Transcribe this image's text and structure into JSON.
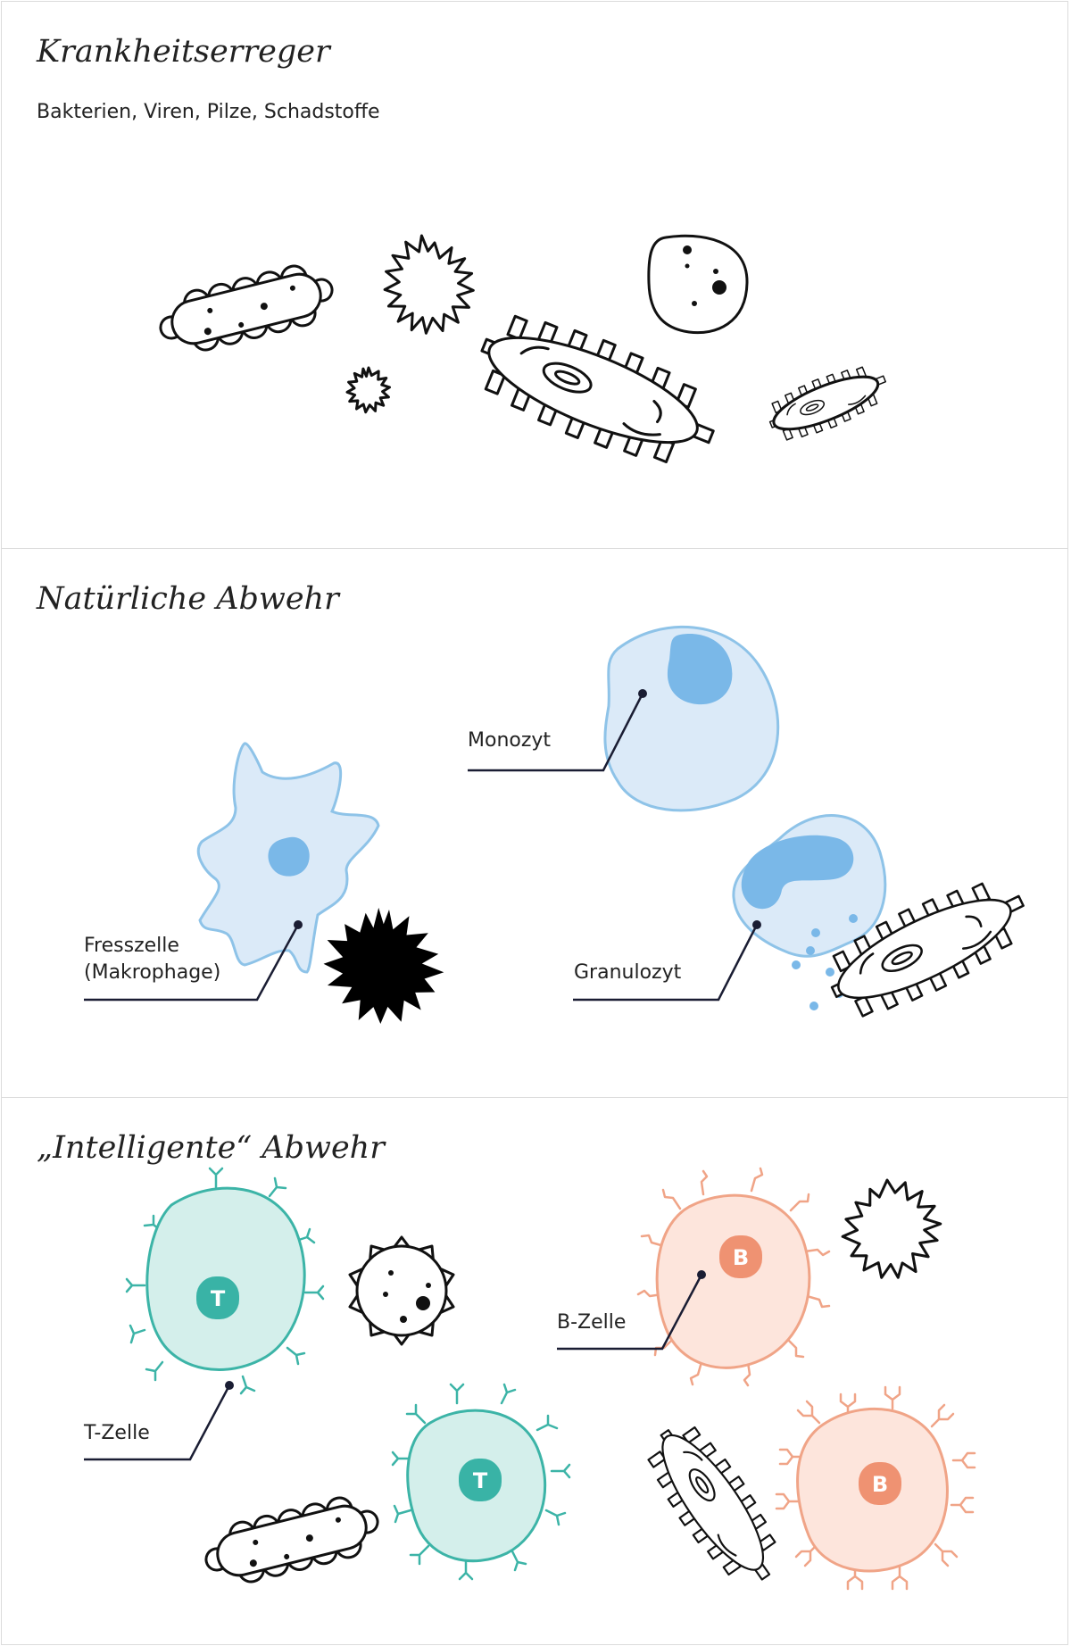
{
  "sections": {
    "pathogens": {
      "title": "Krankheitserreger",
      "subtitle": "Bakterien, Viren, Pilze, Schadstoffe"
    },
    "innate": {
      "title": "Natürliche Abwehr",
      "labels": {
        "monocyte": "Monozyt",
        "macrophage_line1": "Fresszelle",
        "macrophage_line2": "(Makrophage)",
        "granulocyte": "Granulozyt"
      }
    },
    "adaptive": {
      "title": "„Intelligente“ Abwehr",
      "labels": {
        "t_cell": "T-Zelle",
        "b_cell": "B-Zelle"
      },
      "badges": {
        "t": "T",
        "b": "B"
      }
    }
  },
  "colors": {
    "outline": "#111111",
    "innate_fill": "#dbeaf8",
    "innate_stroke": "#8ec3e8",
    "innate_nucleus": "#7ab8e8",
    "t_fill": "#d4efeb",
    "t_stroke": "#3cb4a7",
    "t_badge": "#39b3a6",
    "b_fill": "#fde5dc",
    "b_stroke": "#f0a487",
    "b_badge": "#ef9272",
    "leader": "#1a1d33"
  }
}
